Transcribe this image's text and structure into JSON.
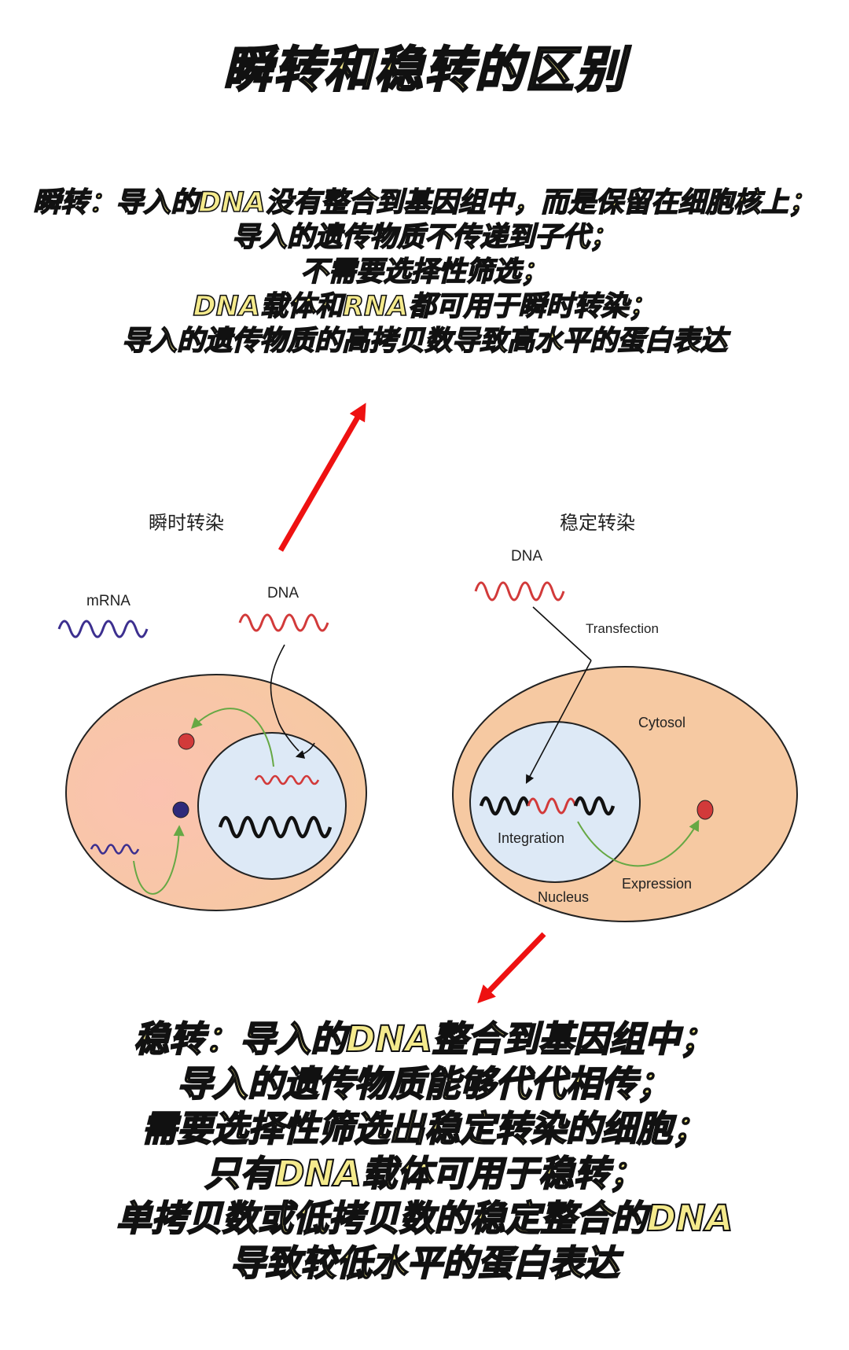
{
  "title": "瞬转和稳转的区别",
  "transient": {
    "lines": [
      "瞬转：导入的DNA没有整合到基因组中，而是保留在细胞核上；",
      "导入的遗传物质不传递到子代；",
      "不需要选择性筛选；",
      "DNA载体和RNA都可用于瞬时转染；",
      "导入的遗传物质的高拷贝数导致高水平的蛋白表达"
    ]
  },
  "stable": {
    "lines": [
      "稳转：导入的DNA整合到基因组中；",
      "导入的遗传物质能够代代相传；",
      "需要选择性筛选出稳定转染的细胞；",
      "只有DNA载体可用于稳转；",
      "单拷贝数或低拷贝数的稳定整合的DNA",
      "导致较低水平的蛋白表达"
    ]
  },
  "diagram": {
    "transient_title": "瞬时转染",
    "stable_title": "稳定转染",
    "mrna_label": "mRNA",
    "dna_label_left": "DNA",
    "dna_label_right": "DNA",
    "transfection_label": "Transfection",
    "cytosol_label": "Cytosol",
    "integration_label": "Integration",
    "expression_label": "Expression",
    "nucleus_label": "Nucleus"
  },
  "colors": {
    "text_fill": "#f4ea8c",
    "text_outline": "#111111",
    "arrow": "#ee1111",
    "cell": "#f6c9a2",
    "nucleus": "#dde9f6",
    "dna_red": "#d23a3a",
    "mrna_blue": "#3c2f8f",
    "genome_black": "#111111",
    "path_green": "#66a844"
  }
}
